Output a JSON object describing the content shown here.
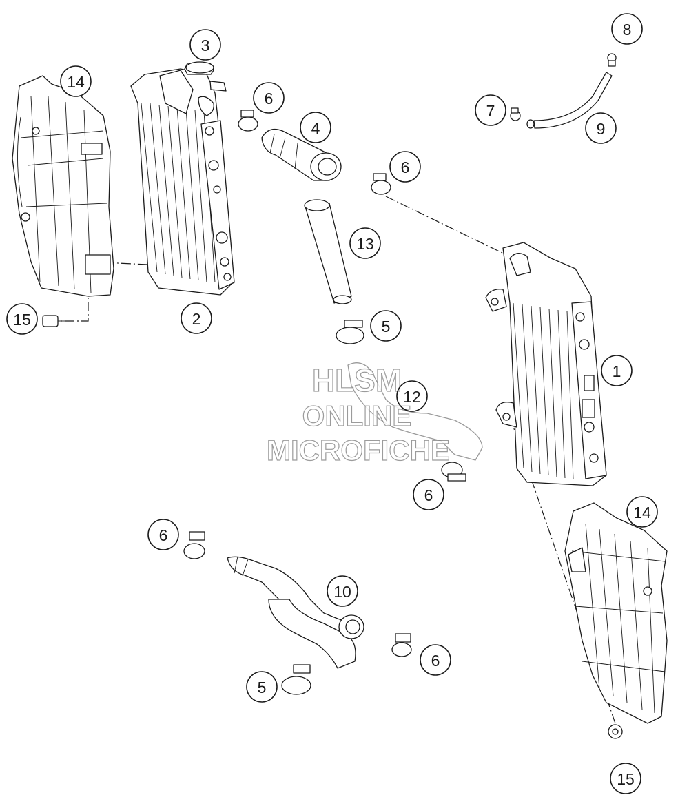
{
  "callouts": {
    "c1": "1",
    "c2": "2",
    "c3": "3",
    "c4": "4",
    "c5a": "5",
    "c5b": "5",
    "c6a": "6",
    "c6b": "6",
    "c6c": "6",
    "c6d": "6",
    "c6e": "6",
    "c7": "7",
    "c8": "8",
    "c9": "9",
    "c10": "10",
    "c12": "12",
    "c13": "13",
    "c14a": "14",
    "c14b": "14",
    "c15a": "15",
    "c15b": "15"
  },
  "watermark": {
    "line1": "HLSM",
    "line2": "ONLINE",
    "line3": "MICROFICHE"
  }
}
